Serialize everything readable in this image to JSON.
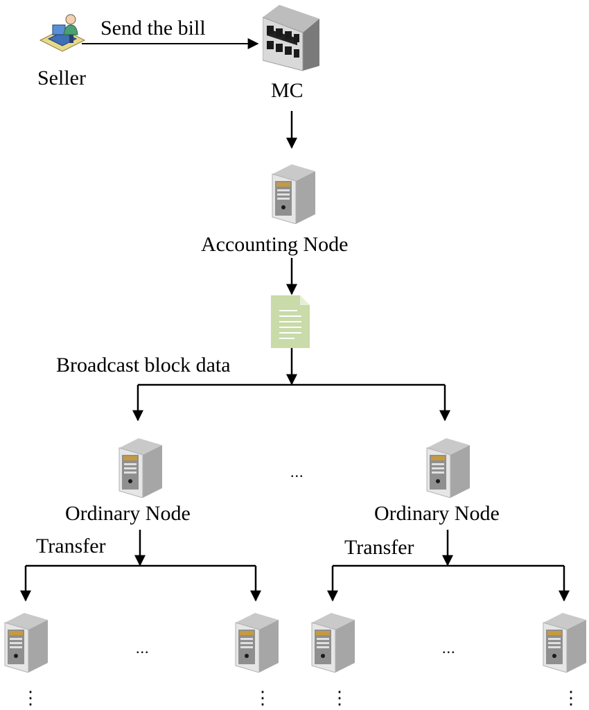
{
  "labels": {
    "seller": "Seller",
    "send_bill": "Send the bill",
    "mc": "MC",
    "accounting_node": "Accounting Node",
    "broadcast": "Broadcast block data",
    "ordinary_node_left": "Ordinary Node",
    "ordinary_node_right": "Ordinary Node",
    "transfer_left": "Transfer",
    "transfer_right": "Transfer"
  },
  "ellipses": {
    "middle": "...",
    "bottom_left": "...",
    "bottom_right": "...",
    "vertical": "⋮"
  },
  "icons": {
    "seller": "seller-person-at-desk-icon",
    "mc": "building-icon",
    "server": "server-tower-icon",
    "document": "document-icon"
  },
  "colors": {
    "line": "#000000",
    "document_fill": "#c8dba8",
    "server_body": "#d9d9d9",
    "server_panel": "#8f8f8f"
  }
}
